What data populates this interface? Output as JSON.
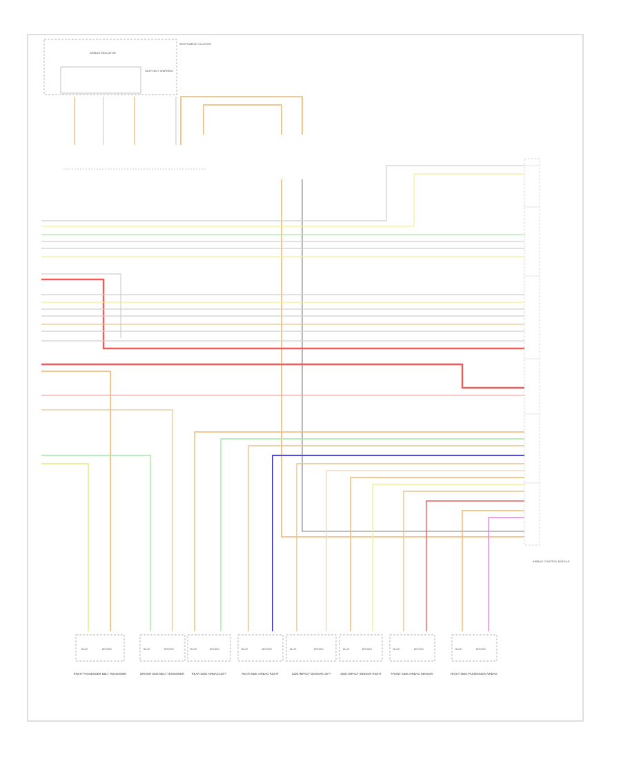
{
  "diagram": {
    "page_label": "",
    "module_label": "AIRBAG CONTROL MODULE",
    "top_component_label": "INSTRUMENT CLUSTER",
    "top_sub_label": "AIRBAG INDICATOR",
    "top_sub_label2": "SEAT BELT WARNING"
  },
  "bottom_components": [
    {
      "label": "RIGHT PASSENGER BELT TENSIONER"
    },
    {
      "label": "DRIVER SIDE BELT TENSIONER"
    },
    {
      "label": "REAR SIDE AIRBAG LEFT"
    },
    {
      "label": "REAR SIDE AIRBAG RIGHT"
    },
    {
      "label": "SIDE IMPACT SENSOR LEFT"
    },
    {
      "label": "SIDE IMPACT SENSOR RIGHT"
    },
    {
      "label": "FRONT SIDE AIRBAG SENSOR"
    },
    {
      "label": "RIGHT SIDE PASSENGER AIRBAG"
    }
  ],
  "connector_labels": {
    "left": "BLUE",
    "right": "BROWN"
  },
  "wire_colors": {
    "gray": "#cfcfcf",
    "green": "#a6e6a6",
    "yellow": "#f2ef8c",
    "red": "#f05a5a",
    "pink": "#f7a3a3",
    "orange": "#f4b46b",
    "tan": "#e4c48e",
    "blue": "#4b4bf0",
    "lime": "#d9f07a",
    "magenta": "#f07af0",
    "dark": "#555555"
  }
}
